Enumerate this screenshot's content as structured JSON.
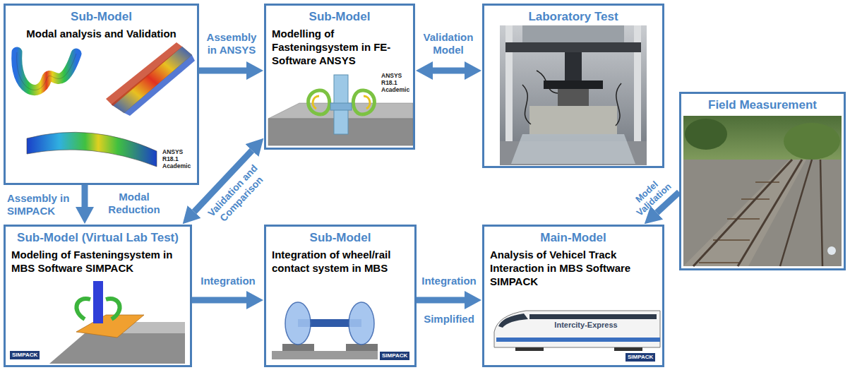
{
  "diagram": {
    "nodes": [
      {
        "text": [
          "Sub-Model",
          "Modal analysis and Validation"
        ]
      },
      {
        "text": [
          "Sub-Model",
          "Modelling of Fasteningsystem in FE-Software ANSYS"
        ]
      },
      {
        "text": [
          "Laboratory Test"
        ]
      },
      {
        "text": [
          "Field Measurement"
        ]
      },
      {
        "text": [
          "Sub-Model (Virtual Lab Test)",
          "Modeling of Fasteningsystem in MBS Software SIMPACK"
        ]
      },
      {
        "text": [
          "Sub-Model",
          "Integration of wheel/rail contact system in MBS"
        ]
      },
      {
        "text": [
          "Main-Model",
          "Analysis of Vehicel Track Interaction in MBS Software SIMPACK"
        ]
      }
    ],
    "edges": [
      {
        "from": 0,
        "to": 1,
        "arrow": "to",
        "label": "Assembly in ANSYS"
      },
      {
        "from": 1,
        "to": 2,
        "arrow": "both",
        "label": "Validation Model"
      },
      {
        "from": 0,
        "to": 4,
        "arrow": "to",
        "label": "Assembly in SIMPACK"
      },
      {
        "from": 1,
        "to": 4,
        "arrow": "both",
        "label": "Validation and Comparison"
      },
      {
        "from": 4,
        "to": 5,
        "arrow": "to",
        "label": "Integration"
      },
      {
        "from": 5,
        "to": 6,
        "arrow": "to",
        "label": "Integration"
      },
      {
        "from": 3,
        "to": 6,
        "arrow": "to",
        "label": "Model Validation"
      }
    ],
    "labels": [
      "ANSYS R18.1 Academic",
      "ANSYS R18.1 Academic",
      "Modal Reduction",
      "Simplified",
      "SIMPACK",
      "SIMPACK",
      "SIMPACK",
      "Intercity-Express"
    ]
  }
}
